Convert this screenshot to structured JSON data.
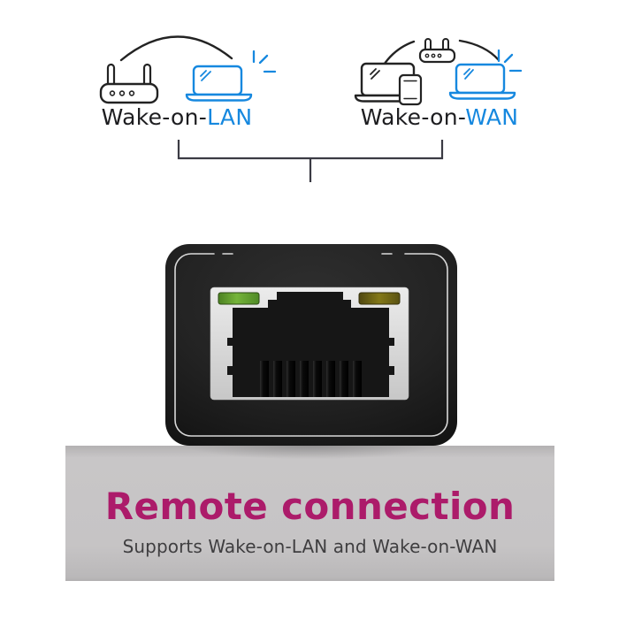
{
  "colors": {
    "background": "#ffffff",
    "accent_blue": "#1688df",
    "icon_stroke": "#232323",
    "bracket_line": "#3b3b44",
    "banner_background": "#c6c4c5",
    "title_magenta": "#ac1b6a",
    "subtitle_gray": "#3f3e40",
    "device_body": "#222222",
    "port_frame": "#d9d9d9",
    "led_link": "#75b43a",
    "led_activity": "#837818"
  },
  "diagram": {
    "lan": {
      "prefix": "Wake-on-",
      "highlight": "LAN"
    },
    "wan": {
      "prefix": "Wake-on-",
      "highlight": "WAN"
    }
  },
  "banner": {
    "title": "Remote connection",
    "subtitle": "Supports Wake-on-LAN and Wake-on-WAN"
  }
}
